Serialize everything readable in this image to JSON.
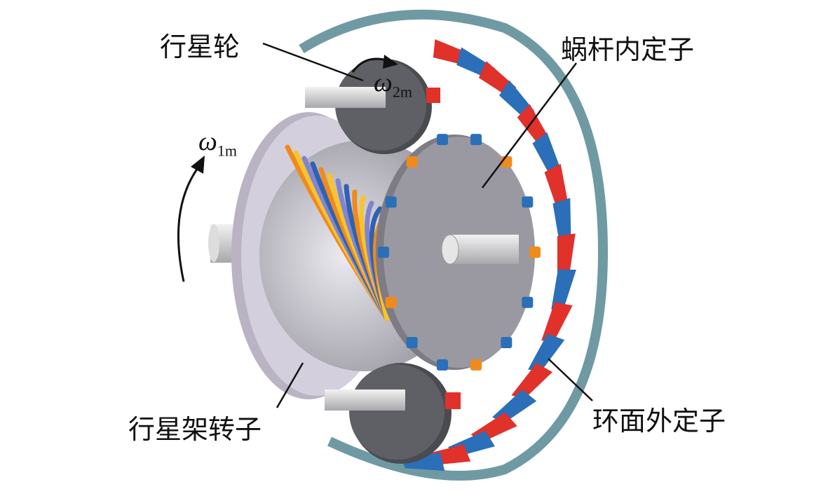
{
  "labels": {
    "planet_gear": "行星轮",
    "worm_inner_stator": "蜗杆内定子",
    "carrier_rotor": "行星架转子",
    "toroidal_outer_stator": "环面外定子"
  },
  "symbols": {
    "omega2": {
      "base": "ω",
      "sub": "2m"
    },
    "omega1": {
      "base": "ω",
      "sub": "1m"
    }
  },
  "colors": {
    "stator_red": "#e0312b",
    "stator_blue": "#2a6fb8",
    "gear_gray": "#5c5d62",
    "carrier": "#cfc9d8",
    "teal_ring": "#6f9aa3"
  }
}
